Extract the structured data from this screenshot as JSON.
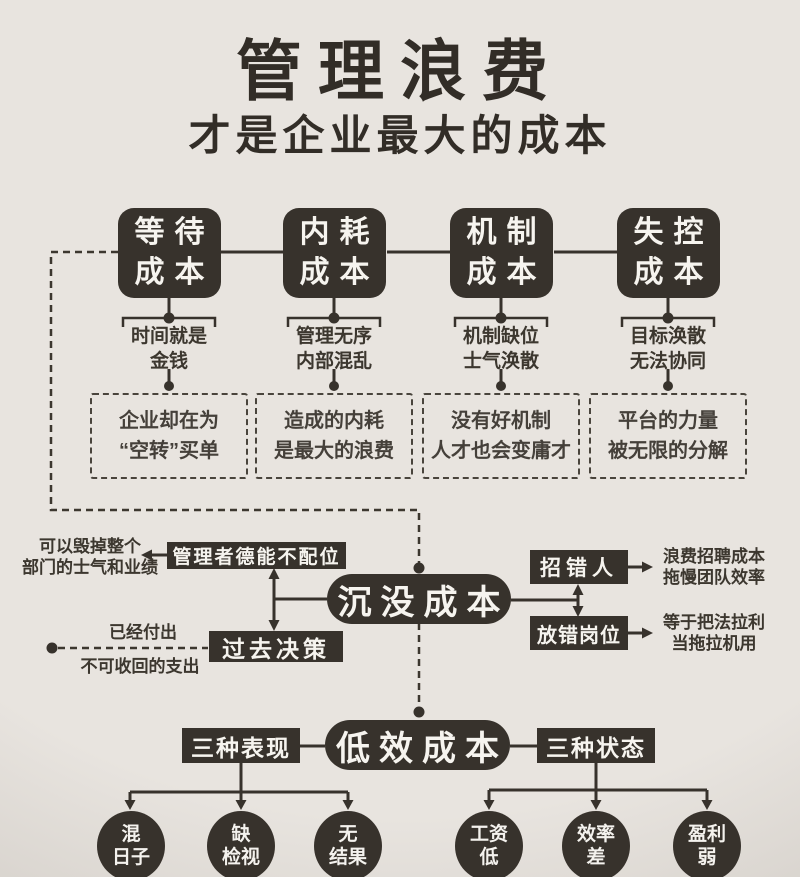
{
  "title": {
    "main": "管理浪费",
    "sub": "才是企业最大的成本"
  },
  "colors": {
    "background": "#e8e4df",
    "dark_box": "#37322c",
    "text": "#3c372f",
    "white_text": "#f6f4ef"
  },
  "columns": [
    {
      "box_line1": "等待",
      "box_line2": "成本",
      "note_line1": "时间就是",
      "note_line2": "金钱",
      "detail_line1": "企业却在为",
      "detail_line2": "“空转”买单"
    },
    {
      "box_line1": "内耗",
      "box_line2": "成本",
      "note_line1": "管理无序",
      "note_line2": "内部混乱",
      "detail_line1": "造成的内耗",
      "detail_line2": "是最大的浪费"
    },
    {
      "box_line1": "机制",
      "box_line2": "成本",
      "note_line1": "机制缺位",
      "note_line2": "士气涣散",
      "detail_line1": "没有好机制",
      "detail_line2": "人才也会变庸才"
    },
    {
      "box_line1": "失控",
      "box_line2": "成本",
      "note_line1": "目标涣散",
      "note_line2": "无法协同",
      "detail_line1": "平台的力量",
      "detail_line2": "被无限的分解"
    }
  ],
  "sunk": {
    "pill": "沉没成本",
    "manager_box": "管理者德能不配位",
    "manager_note_line1": "可以毁掉整个",
    "manager_note_line2": "部门的士气和业绩",
    "past_box": "过去决策",
    "past_note_line1": "已经付出",
    "past_note_line2": "不可收回的支出",
    "hire_box": "招错人",
    "hire_note_line1": "浪费招聘成本",
    "hire_note_line2": "拖慢团队效率",
    "post_box": "放错岗位",
    "post_note_line1": "等于把法拉利",
    "post_note_line2": "当拖拉机用"
  },
  "inefficiency": {
    "pill": "低效成本",
    "left_label": "三种表现",
    "right_label": "三种状态",
    "left_circles": [
      {
        "line1": "混",
        "line2": "日子"
      },
      {
        "line1": "缺",
        "line2": "检视"
      },
      {
        "line1": "无",
        "line2": "结果"
      }
    ],
    "right_circles": [
      {
        "line1": "工资",
        "line2": "低"
      },
      {
        "line1": "效率",
        "line2": "差"
      },
      {
        "line1": "盈利",
        "line2": "弱"
      }
    ]
  }
}
